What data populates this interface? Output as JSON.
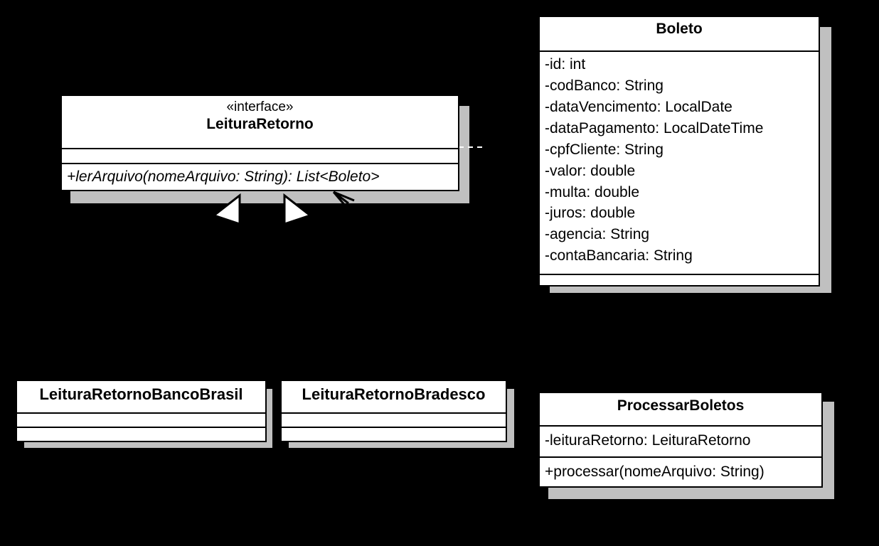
{
  "diagram": {
    "title": "UML Class Diagram",
    "background_color": "#000000",
    "box_fill_color": "#ffffff",
    "box_border_color": "#000000",
    "shadow_color": "#c0c0c0"
  },
  "classes": [
    {
      "id": "leitura-retorno",
      "name": "LeituraRetorno",
      "stereotype": "«interface»",
      "kind": "interface",
      "attributes": [],
      "methods": [
        "+lerArquivo(nomeArquivo: String): List<Boleto>"
      ]
    },
    {
      "id": "boleto",
      "name": "Boleto",
      "stereotype": "",
      "kind": "class",
      "attributes": [
        "-id: int",
        "-codBanco: String",
        "-dataVencimento: LocalDate",
        "-dataPagamento: LocalDateTime",
        "-cpfCliente: String",
        "-valor: double",
        "-multa: double",
        "-juros: double",
        "-agencia: String",
        "-contaBancaria: String"
      ],
      "methods": []
    },
    {
      "id": "leitura-retorno-banco-brasil",
      "name": "LeituraRetornoBancoBrasil",
      "stereotype": "",
      "kind": "class",
      "attributes": [],
      "methods": []
    },
    {
      "id": "leitura-retorno-bradesco",
      "name": "LeituraRetornoBradesco",
      "stereotype": "",
      "kind": "class",
      "attributes": [],
      "methods": []
    },
    {
      "id": "processar-boletos",
      "name": "ProcessarBoletos",
      "stereotype": "",
      "kind": "class",
      "attributes": [
        "-leituraRetorno: LeituraRetorno"
      ],
      "methods": [
        "+processar(nomeArquivo: String)"
      ]
    }
  ],
  "relationships": [
    {
      "id": "rel-bancobrasil-realizes",
      "type": "realization",
      "from": "leitura-retorno-banco-brasil",
      "to": "leitura-retorno",
      "arrowhead": "hollow-triangle"
    },
    {
      "id": "rel-bradesco-realizes",
      "type": "realization",
      "from": "leitura-retorno-bradesco",
      "to": "leitura-retorno",
      "arrowhead": "hollow-triangle"
    },
    {
      "id": "rel-processarboletos-uses",
      "type": "dependency",
      "from": "processar-boletos",
      "to": "leitura-retorno",
      "arrowhead": "open-arrow"
    }
  ]
}
